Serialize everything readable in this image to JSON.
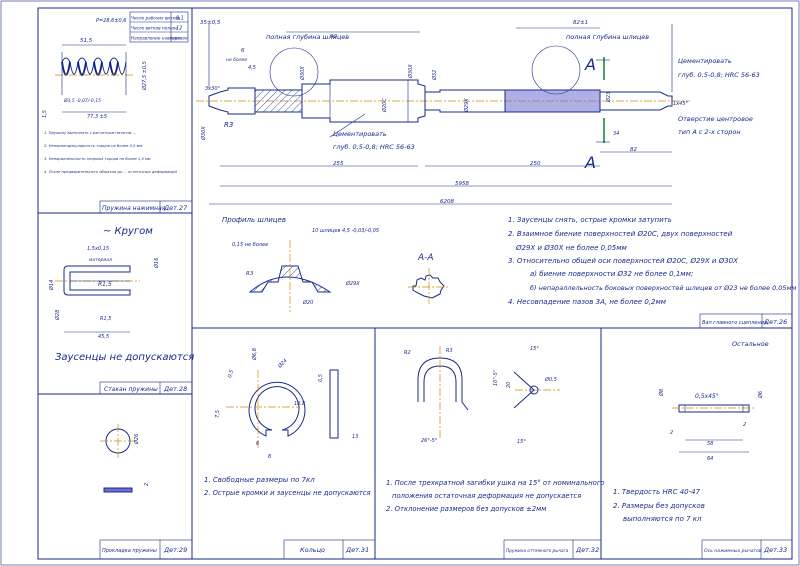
{
  "spring": {
    "table_rows": [
      {
        "label": "Число рабочих витков",
        "value": "8,1"
      },
      {
        "label": "Число витков полное",
        "value": "12"
      },
      {
        "label": "Направление навивки",
        "value": "правое"
      }
    ],
    "dims": {
      "top": "P=28,6±0,6",
      "len1": "51,5",
      "dia": "Ø3,5 -0,07/-0,15",
      "len2": "77,3 ±5",
      "outer": "Ø27,5 ±0,5",
      "wire": "1,5"
    },
    "notes": [
      "1. Пружину выполнять с расчетным натягом ...",
      "2. Неперпендикулярность торцов не более 0,5 мм",
      "3. Непараллельность опорных торцов не более 1,5 мм",
      "4. После предварительного обжатия до ... остаточных деформаций"
    ],
    "stamp": {
      "name": "Пружина нажимная",
      "det": "Дет.27"
    }
  },
  "shaft": {
    "labels": {
      "depth_top_left": "полная глубина шлицев",
      "depth_top_right": "полная глубина шлицев",
      "cement_left_1": "Цементировать",
      "cement_left_2": "глуб. 0,5-0,8; HRC 56-63",
      "cement_right_1": "Цементировать",
      "cement_right_2": "глуб. 0,5-0,8; HRC 56-63",
      "center_hole_1": "Отверстие центровое",
      "center_hole_2": "тип А с 2-х сторон",
      "chamfer": "1x45°",
      "no_more": "не более",
      "r3": "R3",
      "section_left": "А",
      "section_right": "А",
      "angle": "3x30°"
    },
    "dims": {
      "d1": "35±0,5",
      "d2": "6",
      "d3": "90",
      "d4": "82±1",
      "d5": "4,5",
      "d6": "255",
      "d7": "250",
      "d8": "5958",
      "d9": "6208",
      "d10": "82",
      "d11": "34"
    },
    "diam_marks": [
      "Ø30X",
      "Ø30X",
      "Ø29X",
      "Ø20C",
      "Ø32",
      "Ø23",
      "Ø30X"
    ],
    "notes": [
      "1. Заусенцы снять, острые кромки затупить",
      "2. Взаимное биение поверхностей Ø20С, двух поверхностей",
      "Ø29Х и Ø30Х не более 0,05мм",
      "3. Относительно общей оси поверхностей Ø20С, Ø29Х и Ø30Х",
      "а) биение поверхности Ø32 не более 0,1мм;",
      "б) непараллельность боковых поверхностей шлицев от Ø23 не более 0,05мм",
      "4. Несовпадение пазов 3А, не более 0,2мм"
    ],
    "profile_title": "Профиль шлицев",
    "profile_dims": {
      "w": "10 шлицев 4,5 -0,03/-0,05",
      "n": "0,15 не более",
      "r": "R3",
      "d": "Ø20",
      "d2": "Ø29X"
    },
    "section_title": "А-А",
    "stamp": {
      "name": "Вал главного сцепления",
      "det": "Дет.26"
    }
  },
  "cup": {
    "title": "~ Кругом",
    "dims": {
      "a": "1,5x0,15",
      "mat": "материал",
      "r": "R1,5",
      "r2": "R1,5",
      "d1": "Ø14",
      "d2": "Ø16",
      "d3": "Ø28",
      "l": "45,5"
    },
    "note": "Заусенцы не допускаются",
    "stamp": {
      "name": "Стакан пружины",
      "det": "Дет.28"
    }
  },
  "washer": {
    "dims": {
      "d": "Ø26",
      "t": "2"
    },
    "stamp": {
      "name": "Прокладка пружины",
      "det": "Дет.29"
    }
  },
  "ring": {
    "dims": {
      "a": "0,5",
      "b": "Ø6,8",
      "c": "Ø24",
      "d": "7,5",
      "e": "10,8",
      "f": "6",
      "g": "8",
      "h": "0,5",
      "k": "13"
    },
    "notes": [
      "1. Свободные размеры по 7кл",
      "2. Острые кромки и заусенцы не допускаются"
    ],
    "stamp": {
      "name": "Кольцо",
      "det": "Дет.31"
    }
  },
  "pin_clip": {
    "dims": {
      "a": "R3",
      "b": "R2",
      "c": "26°-5°",
      "d": "15°",
      "e": "10°-5°",
      "f": "15°",
      "g": "Ø0,5",
      "h": "20"
    },
    "notes": [
      "1. После трехкратной загибки ушка на 15° от номинального",
      "положения остаточная деформация не допускается",
      "2. Отклонение размеров без допусков ±2мм"
    ],
    "stamp": {
      "name": "Пружина оттяжного рычага",
      "det": "Дет.32"
    }
  },
  "axle": {
    "corner": "Остальное",
    "dims": {
      "a": "0,5x45°",
      "b": "Ø8",
      "c": "Ø6",
      "d": "2",
      "e": "2",
      "f": "58",
      "g": "64"
    },
    "notes": [
      "1. Твердость HRC 40-47",
      "2. Размеры без допусков",
      "выполняются по 7 кл"
    ],
    "stamp": {
      "name": "Ось нажимных рычагов",
      "det": "Дет.33"
    }
  },
  "colors": {
    "ink": "#1a2a8c",
    "center_line": "#d08a00",
    "mark": "#1a8a3a",
    "fill": "#6b6fd0"
  }
}
